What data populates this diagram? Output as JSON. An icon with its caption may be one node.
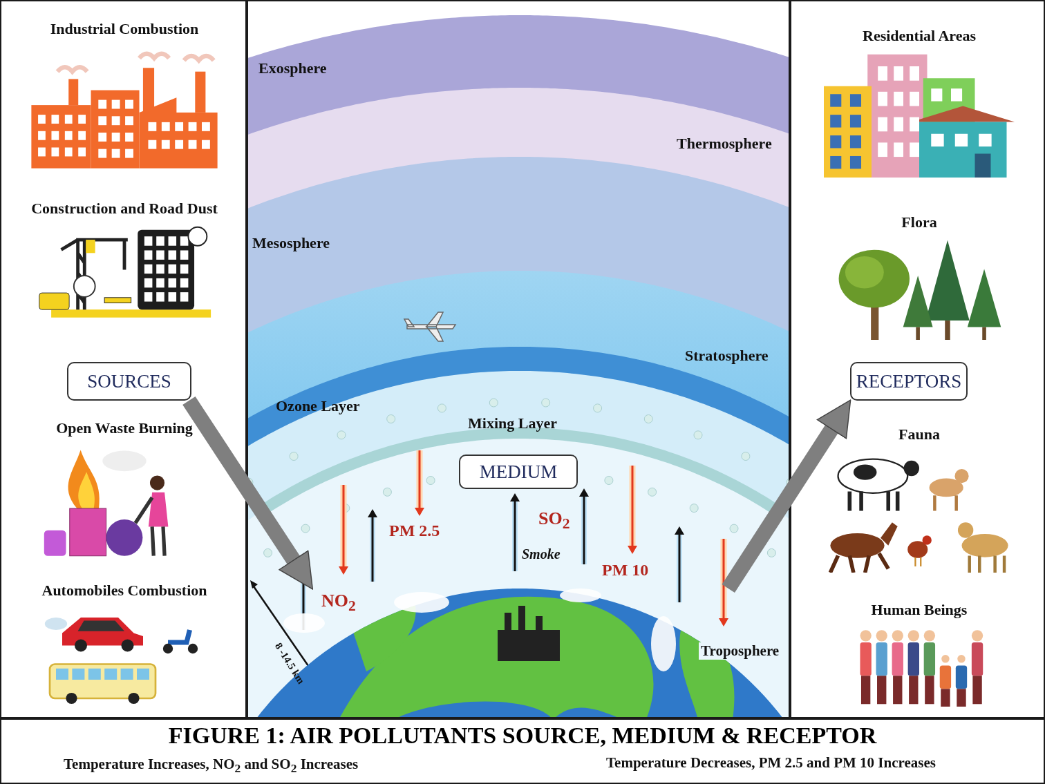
{
  "diagram": {
    "caption": "FIGURE 1: AIR POLLUTANTS SOURCE, MEDIUM & RECEPTOR",
    "nodes": [
      {
        "text": [],
        "shape": "box"
      },
      {
        "text": [
          "Industrial Combustion"
        ],
        "in": 0
      },
      {
        "text": [
          "Construction and Road Dust"
        ],
        "in": 0
      },
      {
        "text": [
          "SOURCES"
        ],
        "in": 0
      },
      {
        "text": [
          "Open Waste Burning"
        ],
        "in": 0
      },
      {
        "text": [
          "Automobiles Combustion"
        ],
        "in": 0
      },
      {
        "text": [],
        "shape": "box"
      },
      {
        "text": [
          "MEDIUM"
        ],
        "in": 6
      },
      {
        "text": [],
        "shape": "picture",
        "in": 6
      },
      {
        "text": [],
        "shape": "box"
      },
      {
        "text": [
          "Residential Areas"
        ],
        "in": 9
      },
      {
        "text": [
          "Flora"
        ],
        "in": 9
      },
      {
        "text": [
          "RECEPTORS"
        ],
        "in": 9
      },
      {
        "text": [
          "Fauna"
        ],
        "in": 9
      },
      {
        "text": [
          "Human Beings"
        ],
        "in": 9
      }
    ],
    "edges": [
      {
        "from": 3,
        "to": 8,
        "arrow": "to"
      },
      {
        "from": 8,
        "to": 12,
        "arrow": "to"
      }
    ],
    "labels": [
      "Exosphere",
      "Thermosphere",
      "Mesosphere",
      "Stratosphere",
      "Ozone Layer",
      "Mixing Layer",
      "SO$_{2}$",
      "PM 2.5",
      "Smoke",
      "PM 10",
      "NO$_{2}$",
      "Troposphere",
      "8 -14.5 km",
      "Temperature Increases, NO$_{2}$ and SO$_{2}$ Increases",
      "Temperature Decreases, PM 2.5 and PM 10 Increases"
    ]
  }
}
